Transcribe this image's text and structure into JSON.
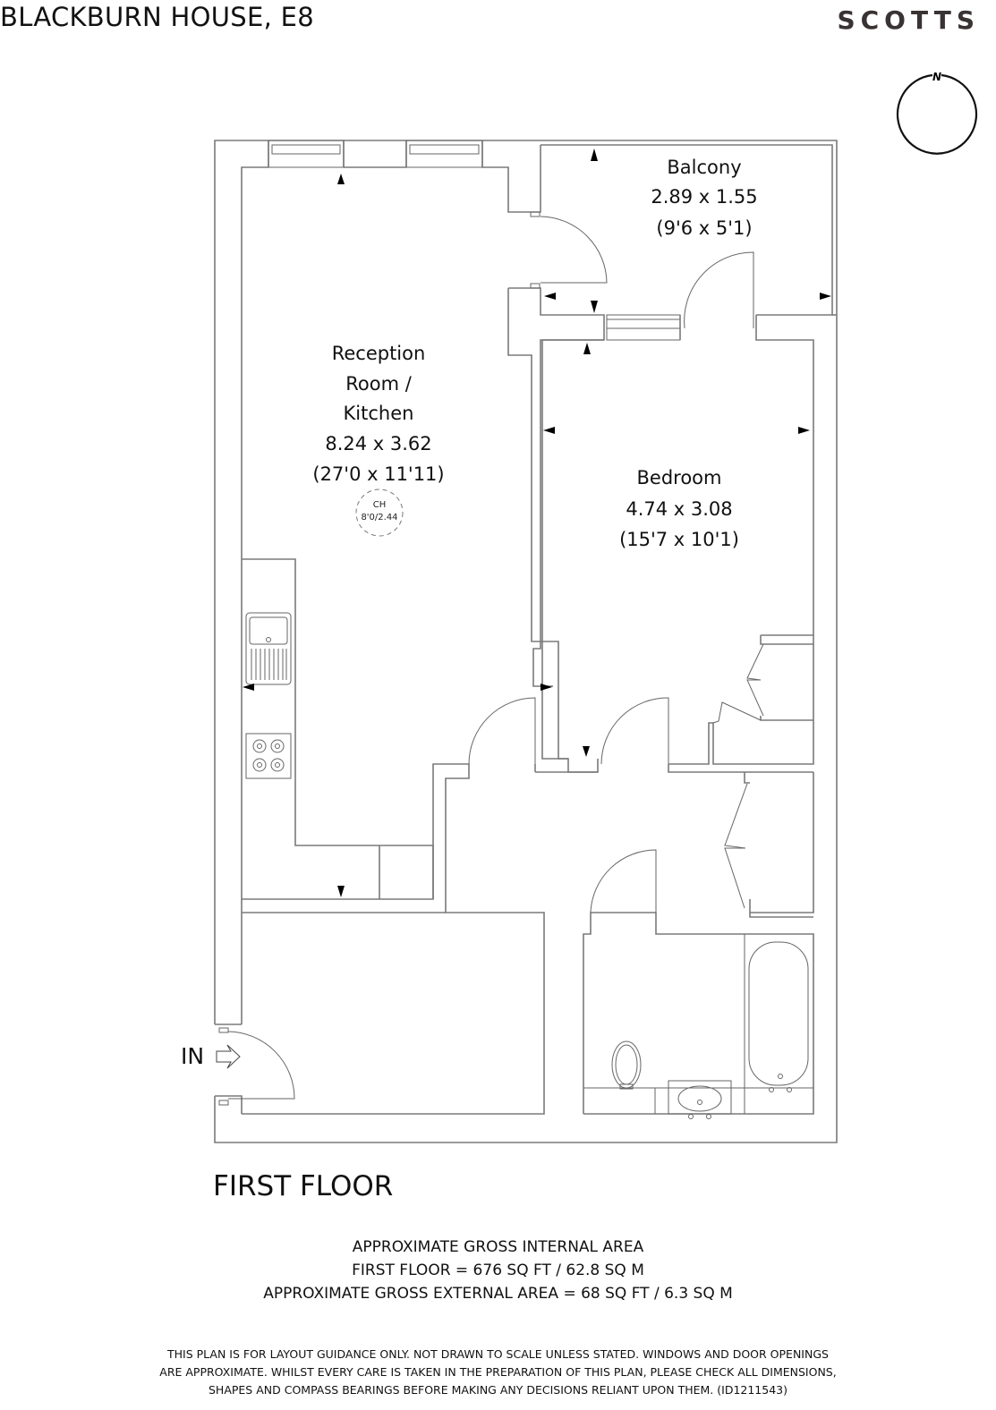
{
  "header": {
    "property_title": "BLACKBURN HOUSE, E8",
    "brand": "SCOTTS"
  },
  "compass": {
    "label": "N",
    "icon": "compass-north-icon"
  },
  "rooms": {
    "balcony": {
      "name": "Balcony",
      "metric": "2.89 x 1.55",
      "imperial": "(9'6 x 5'1)"
    },
    "reception": {
      "name_line1": "Reception",
      "name_line2": "Room /",
      "name_line3": "Kitchen",
      "metric": "8.24 x 3.62",
      "imperial": "(27'0 x 11'11)",
      "ceiling_height_label": "CH",
      "ceiling_height_value": "8'0/2.44"
    },
    "bedroom": {
      "name": "Bedroom",
      "metric": "4.74 x 3.08",
      "imperial": "(15'7 x 10'1)"
    }
  },
  "entrance": {
    "label": "IN",
    "icon": "entrance-arrow-icon"
  },
  "floor": {
    "label": "FIRST FLOOR"
  },
  "areas": {
    "line1": "APPROXIMATE GROSS INTERNAL AREA",
    "line2": "FIRST FLOOR = 676 SQ FT / 62.8 SQ M",
    "line3": "APPROXIMATE GROSS EXTERNAL AREA = 68 SQ FT / 6.3 SQ M"
  },
  "disclaimer": {
    "line1": "THIS PLAN IS FOR LAYOUT GUIDANCE ONLY. NOT DRAWN TO SCALE UNLESS STATED. WINDOWS AND DOOR OPENINGS",
    "line2": "ARE APPROXIMATE. WHILST EVERY CARE IS TAKEN IN THE PREPARATION OF THIS PLAN, PLEASE CHECK ALL DIMENSIONS,",
    "line3": "SHAPES AND COMPASS BEARINGS BEFORE MAKING ANY DECISIONS RELIANT UPON THEM. (ID1211543)"
  }
}
